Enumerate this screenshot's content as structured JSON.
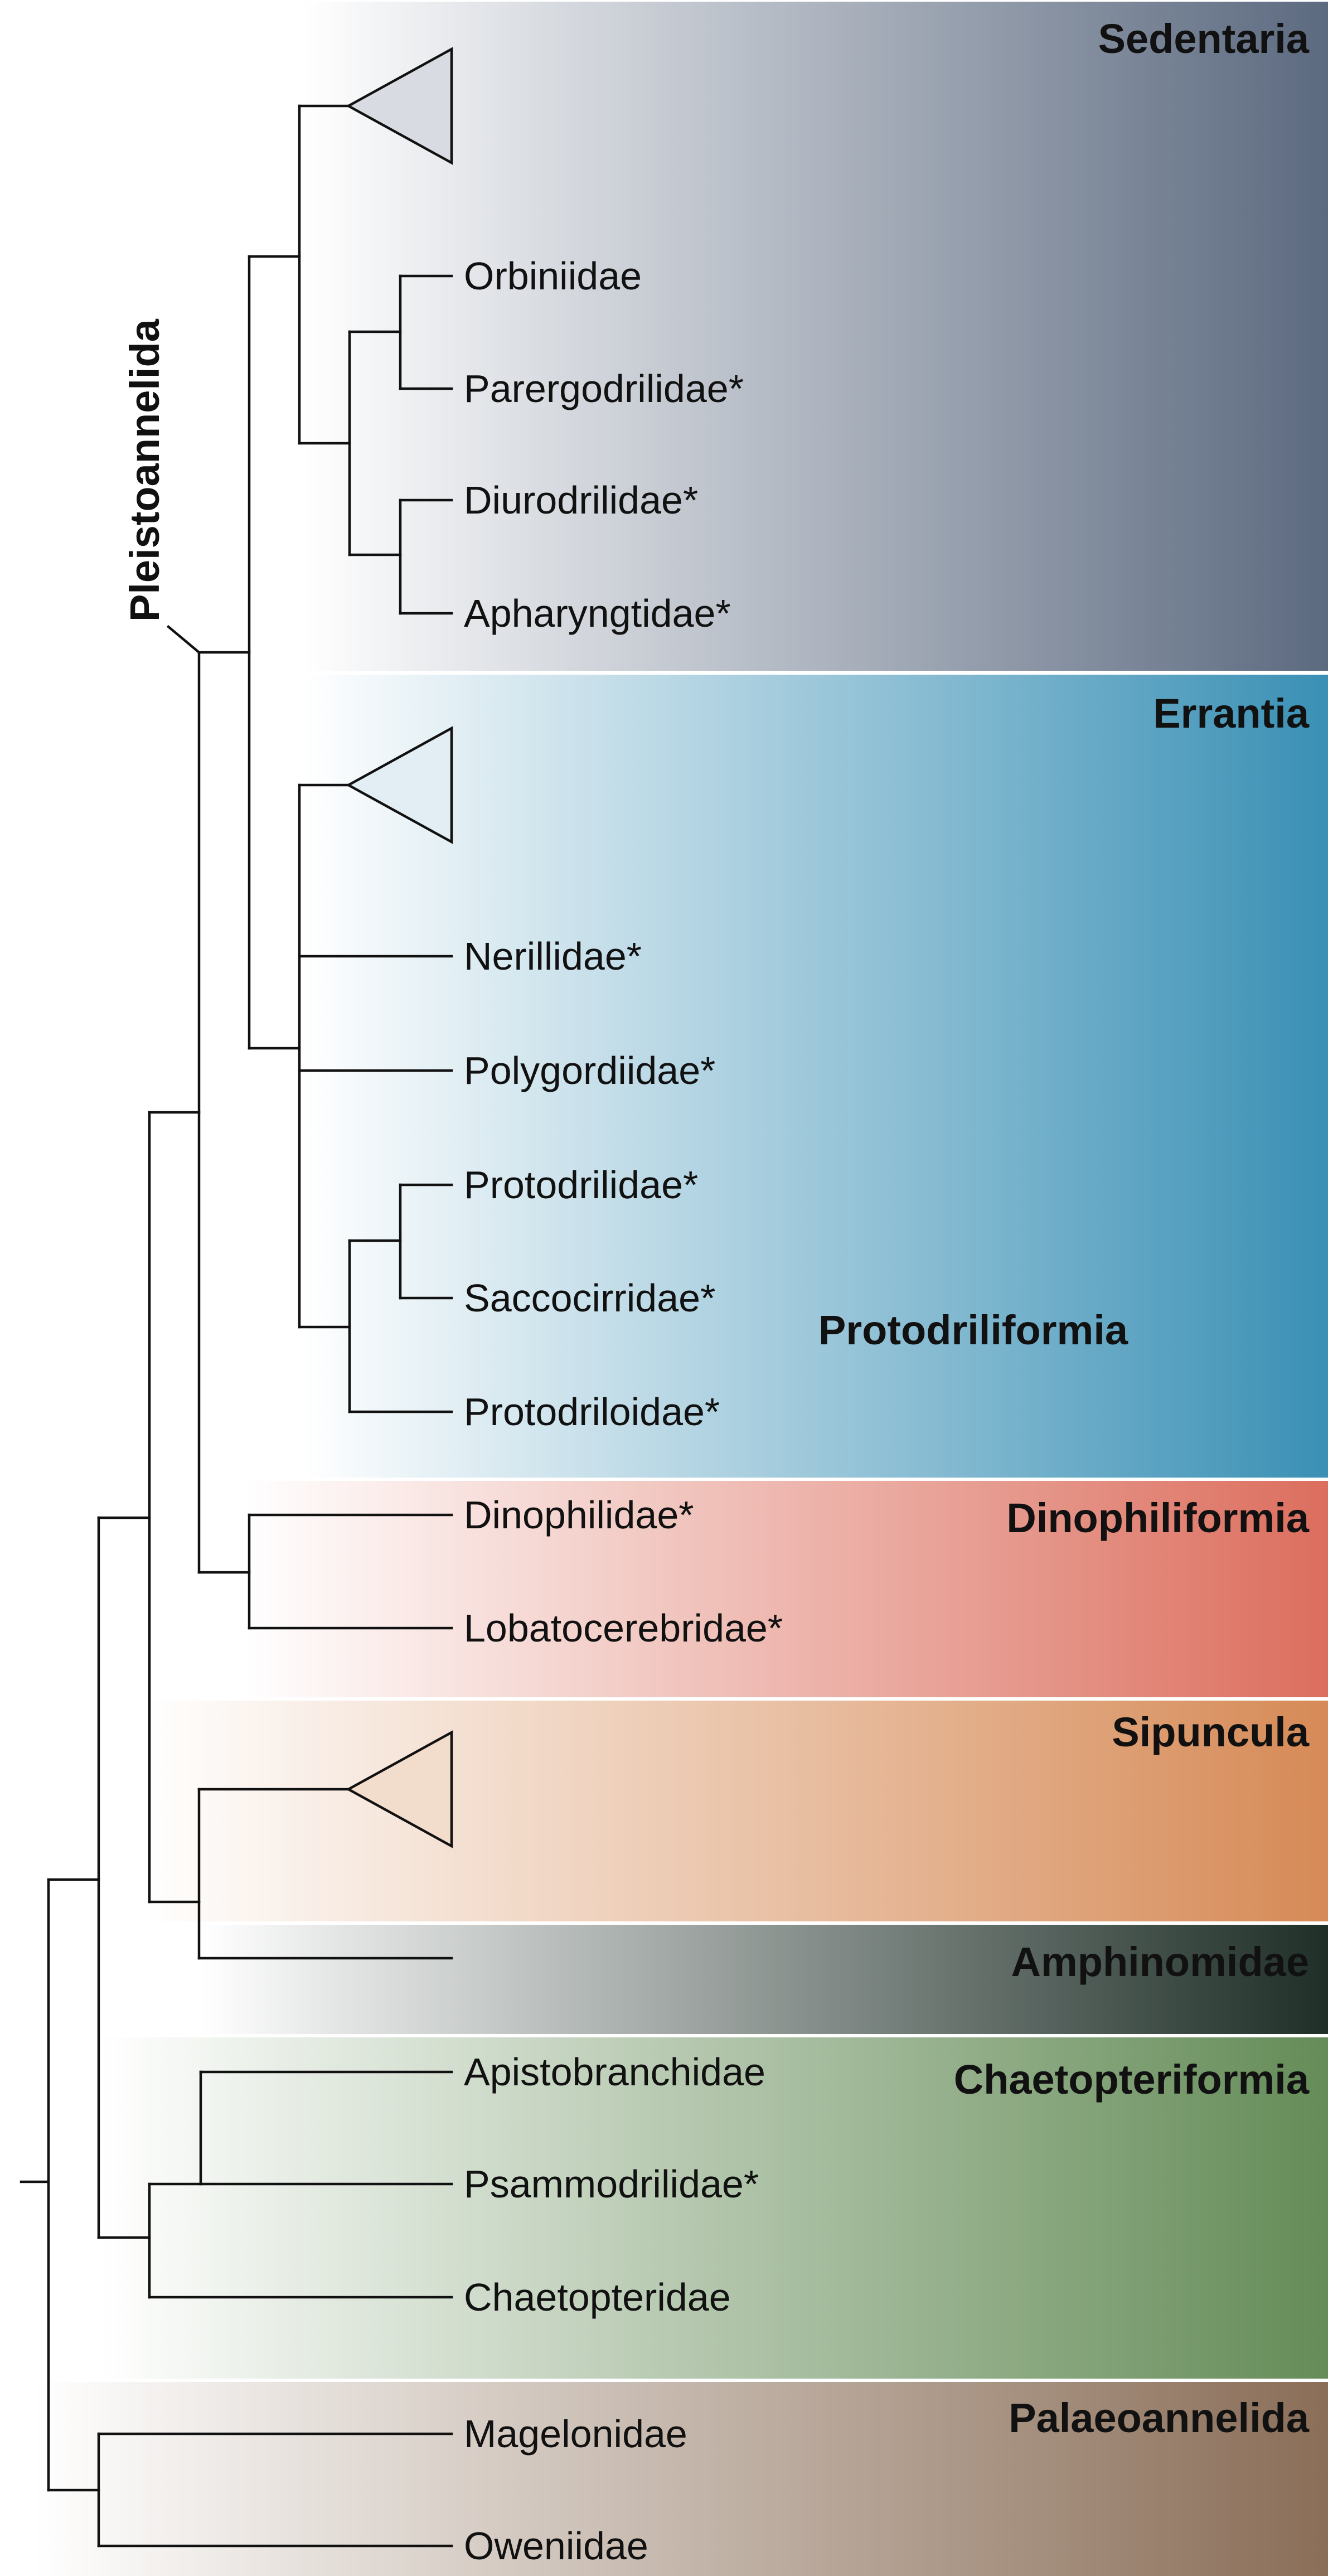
{
  "bands": [
    {
      "id": "sedentaria",
      "label": "Sedentaria",
      "color_end": "#5c6a80"
    },
    {
      "id": "errantia",
      "label": "Errantia",
      "color_end": "#3a90b5"
    },
    {
      "id": "dinophiliformia",
      "label": "Dinophiliformia",
      "color_end": "#dc6e5e"
    },
    {
      "id": "sipuncula",
      "label": "Sipuncula",
      "color_end": "#d68a56"
    },
    {
      "id": "amphinomidae",
      "label": "Amphinomidae",
      "color_end": "#1f2f28"
    },
    {
      "id": "chaetopteriformia",
      "label": "Chaetopteriformia",
      "color_end": "#658c58"
    },
    {
      "id": "palaeoannelida",
      "label": "Palaeoannelida",
      "color_end": "#8a6e58"
    }
  ],
  "taxa": {
    "orbiniidae": "Orbiniidae",
    "parergodrilidae": "Parergodrilidae*",
    "diurodrilidae": "Diurodrilidae*",
    "apharyngtidae": "Apharyngtidae*",
    "nerillidae": "Nerillidae*",
    "polygordiidae": "Polygordiidae*",
    "protodrilidae": "Protodrilidae*",
    "saccocirridae": "Saccocirridae*",
    "protodriloidae": "Protodriloidae*",
    "dinophilidae": "Dinophilidae*",
    "lobatocerebridae": "Lobatocerebridae*",
    "apistobranchidae": "Apistobranchidae",
    "psammodrilidae": "Psammodrilidae*",
    "chaetopteridae": "Chaetopteridae",
    "magelonidae": "Magelonidae",
    "oweniidae": "Oweniidae"
  },
  "clade_labels": {
    "pleistoannelida": "Pleistoannelida",
    "protodriliformia": "Protodriliformia"
  }
}
